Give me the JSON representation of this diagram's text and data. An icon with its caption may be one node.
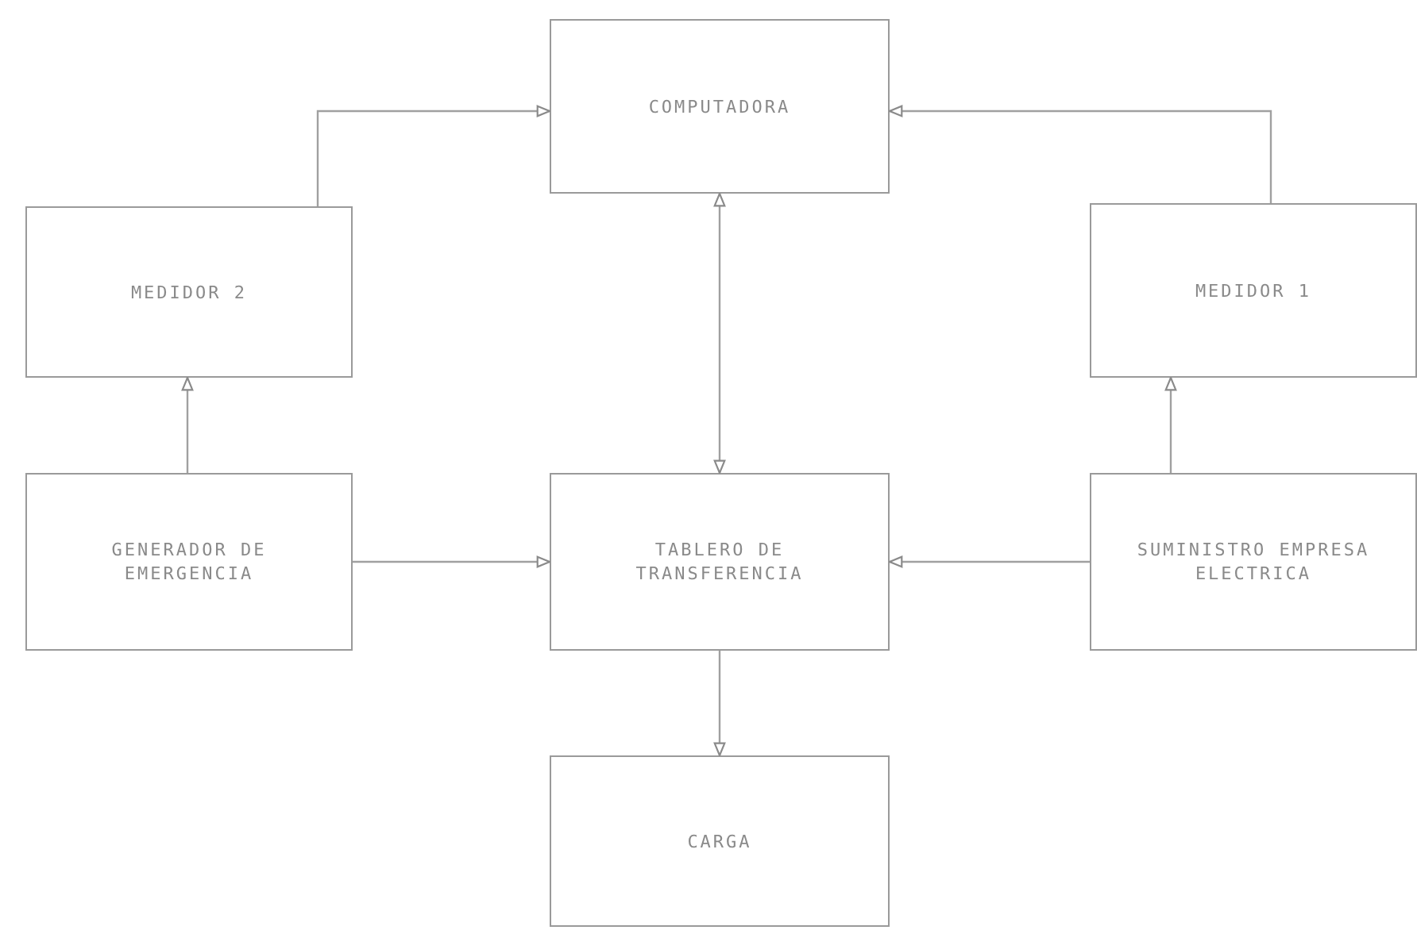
{
  "diagram": {
    "nodes": [
      {
        "text": [
          "COMPUTADORA"
        ]
      },
      {
        "text": [
          "MEDIDOR 2"
        ]
      },
      {
        "text": [
          "MEDIDOR 1"
        ]
      },
      {
        "text": [
          "GENERADOR DE EMERGENCIA"
        ]
      },
      {
        "text": [
          "TABLERO DE TRANSFERENCIA"
        ]
      },
      {
        "text": [
          "SUMINISTRO EMPRESA ELECTRICA"
        ]
      },
      {
        "text": [
          "CARGA"
        ]
      }
    ],
    "edges": [
      {
        "from": 0,
        "to": 4,
        "arrow": "both"
      },
      {
        "from": 3,
        "to": 1,
        "arrow": "to"
      },
      {
        "from": 3,
        "to": 4,
        "arrow": "to"
      },
      {
        "from": 5,
        "to": 4,
        "arrow": "to"
      },
      {
        "from": 5,
        "to": 2,
        "arrow": "to"
      },
      {
        "from": 4,
        "to": 6,
        "arrow": "to"
      },
      {
        "from": 1,
        "to": 0,
        "arrow": "to"
      },
      {
        "from": 2,
        "to": 0,
        "arrow": "to"
      }
    ]
  }
}
